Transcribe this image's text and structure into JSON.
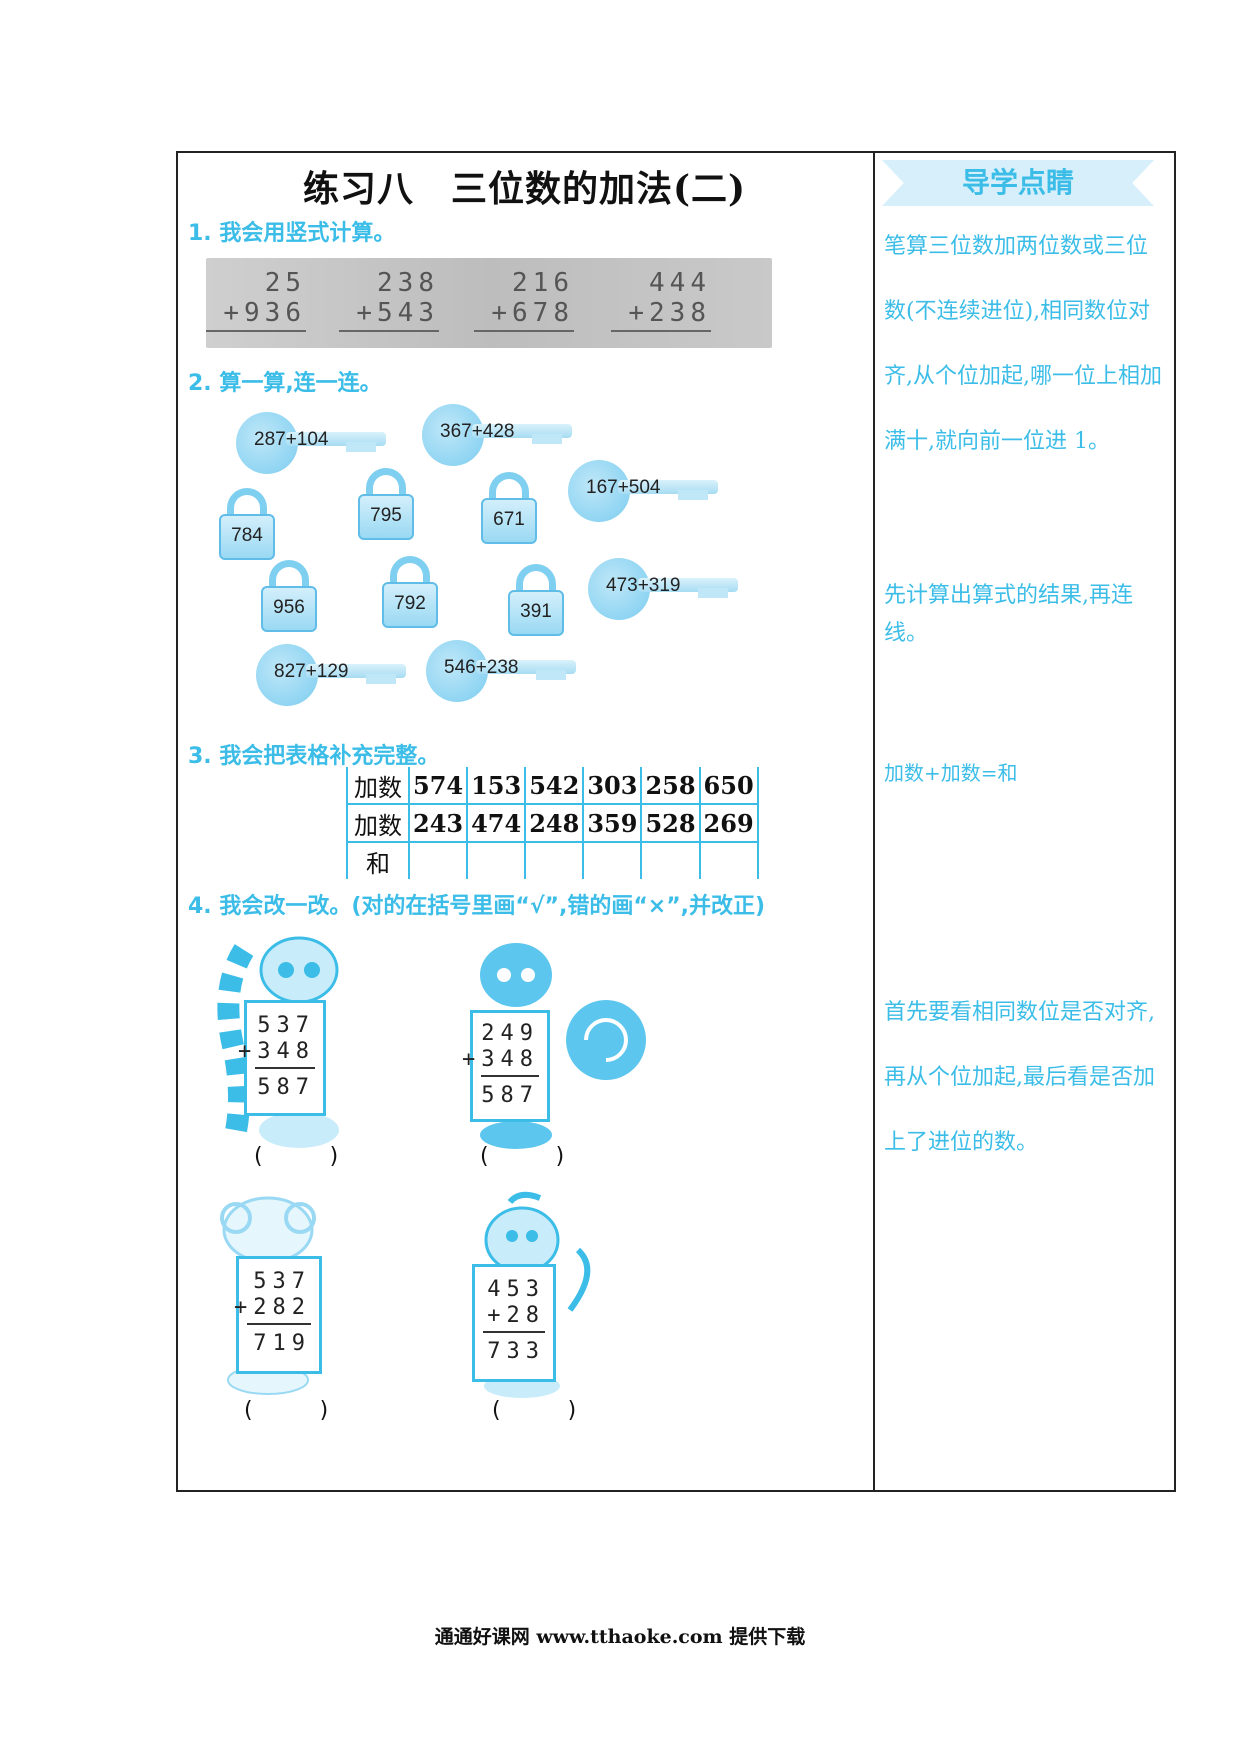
{
  "title": "练习八　三位数的加法(二)",
  "q1": {
    "heading": "1. 我会用竖式计算。",
    "problems": [
      {
        "a": "25",
        "b": "+936"
      },
      {
        "a": "238",
        "b": "+543"
      },
      {
        "a": "216",
        "b": "+678"
      },
      {
        "a": "444",
        "b": "+238"
      }
    ]
  },
  "q2": {
    "heading": "2. 算一算,连一连。",
    "keys": [
      "287+104",
      "367+428",
      "167+504",
      "473+319",
      "827+129",
      "546+238"
    ],
    "locks": [
      "784",
      "795",
      "671",
      "956",
      "792",
      "391"
    ]
  },
  "q3": {
    "heading": "3. 我会把表格补充完整。",
    "row_labels": [
      "加数",
      "加数",
      "和"
    ],
    "addend1": [
      "574",
      "153",
      "542",
      "303",
      "258",
      "650"
    ],
    "addend2": [
      "243",
      "474",
      "248",
      "359",
      "528",
      "269"
    ]
  },
  "q4": {
    "heading": "4. 我会改一改。(对的在括号里画“√”,错的画“×”,并改正)",
    "problems": [
      {
        "a": "537",
        "b": "+348",
        "s": "587",
        "paren": "(   )"
      },
      {
        "a": "249",
        "b": "+348",
        "s": "587",
        "paren": "(   )"
      },
      {
        "a": "537",
        "b": "+282",
        "s": "719",
        "paren": "(   )"
      },
      {
        "a": "453",
        "b": "+28",
        "s": "733",
        "paren": "(   )"
      }
    ]
  },
  "sidebar": {
    "banner": "导学点睛",
    "tip1": "笔算三位数加两位数或三位数(不连续进位),相同数位对齐,从个位加起,哪一位上相加满十,就向前一位进 1。",
    "tip2": "先计算出算式的结果,再连线。",
    "tip3": "加数+加数=和",
    "tip4": "首先要看相同数位是否对齐,再从个位加起,最后看是否加上了进位的数。"
  },
  "footer": "通通好课网 www.tthaoke.com 提供下载",
  "colors": {
    "accent": "#3bbde8"
  }
}
